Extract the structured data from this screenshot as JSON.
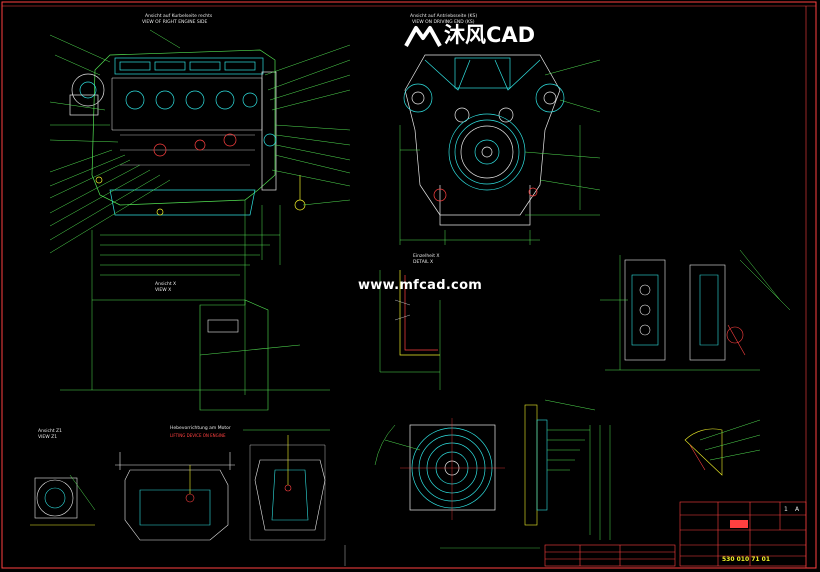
{
  "watermark": {
    "brand_text": "沐风CAD",
    "site_url": "www.mfcad.com"
  },
  "views": {
    "right_view_heading": "Ansicht auf Kurbelseite rechts",
    "right_view_sub": "VIEW OF RIGHT ENGINE SIDE",
    "front_view_heading": "Ansicht auf Antriebsseite (KS)",
    "front_view_sub": "VIEW ON DRIVING END (KS)",
    "view_x_heading": "Ansicht X",
    "view_x_sub": "VIEW X",
    "detail_x_heading": "Einzelheit X",
    "detail_x_sub": "DETAIL X",
    "view_z1_heading": "Ansicht Z1",
    "view_z1_sub": "VIEW Z1",
    "lifting_heading": "Hebevorrichtung am Motor",
    "lifting_sub": "LIFTING DEVICE ON ENGINE"
  },
  "title_block": {
    "drawing_number": "530 010 71 01",
    "sheet": "1",
    "revision": "A"
  },
  "colors": {
    "background": "#000000",
    "outline": "#52e052",
    "detail": "#2fe0e0",
    "dimension": "#f0f028",
    "accent": "#ff4040",
    "text": "#e8e8e8"
  }
}
